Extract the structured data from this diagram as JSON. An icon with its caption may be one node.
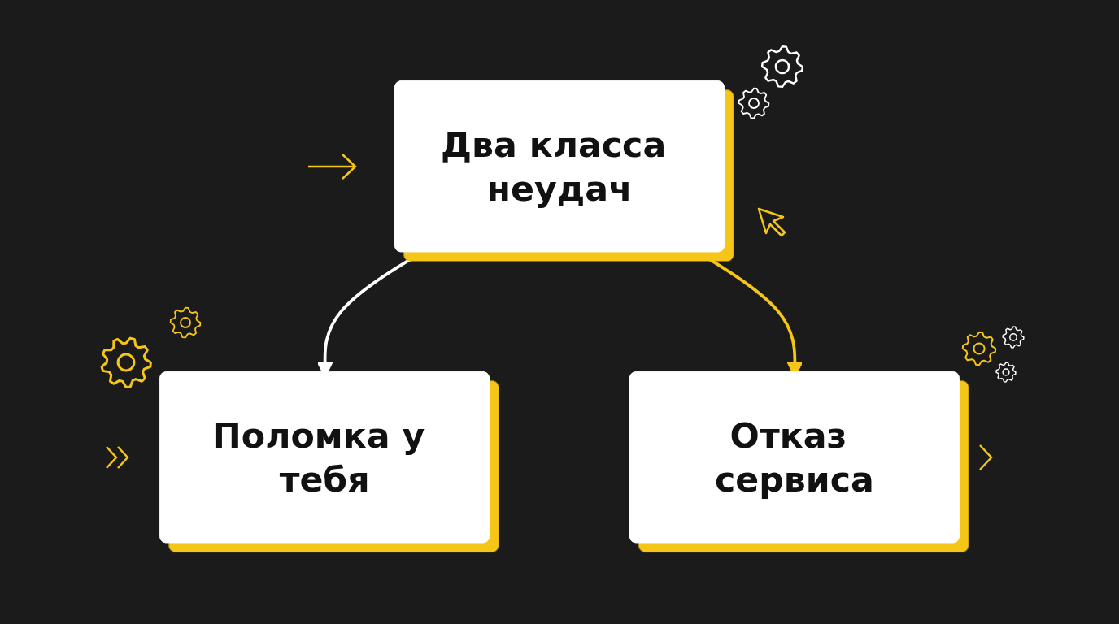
{
  "diagram": {
    "nodes": [
      {
        "text": [
          "Два класса неудач"
        ]
      },
      {
        "text": [
          "Поломка у тебя"
        ]
      },
      {
        "text": [
          "Отказ сервиса"
        ]
      }
    ],
    "edges": [
      {
        "from": 0,
        "to": 1,
        "arrow": "to"
      },
      {
        "from": 0,
        "to": 2,
        "arrow": "to",
        "color": "#f5c518"
      }
    ]
  }
}
